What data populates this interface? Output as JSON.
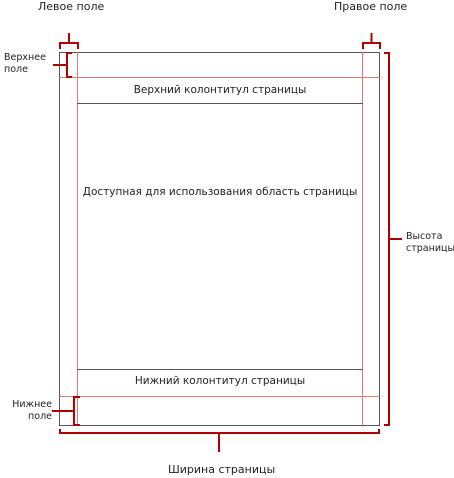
{
  "labels": {
    "left_margin": "Левое поле",
    "right_margin": "Правое поле",
    "top_margin": "Верхнее поле",
    "bottom_margin": "Нижнее поле",
    "page_height": "Высота страницы",
    "page_width": "Ширина страницы",
    "header": "Верхний колонтитул страницы",
    "usable_area": "Доступная для использования область страницы",
    "footer": "Нижний колонтитул страницы"
  },
  "colors": {
    "page_border": "#555555",
    "margin_guides": "#e07a7a",
    "brackets": "#b00000",
    "section_lines": "#555555"
  }
}
